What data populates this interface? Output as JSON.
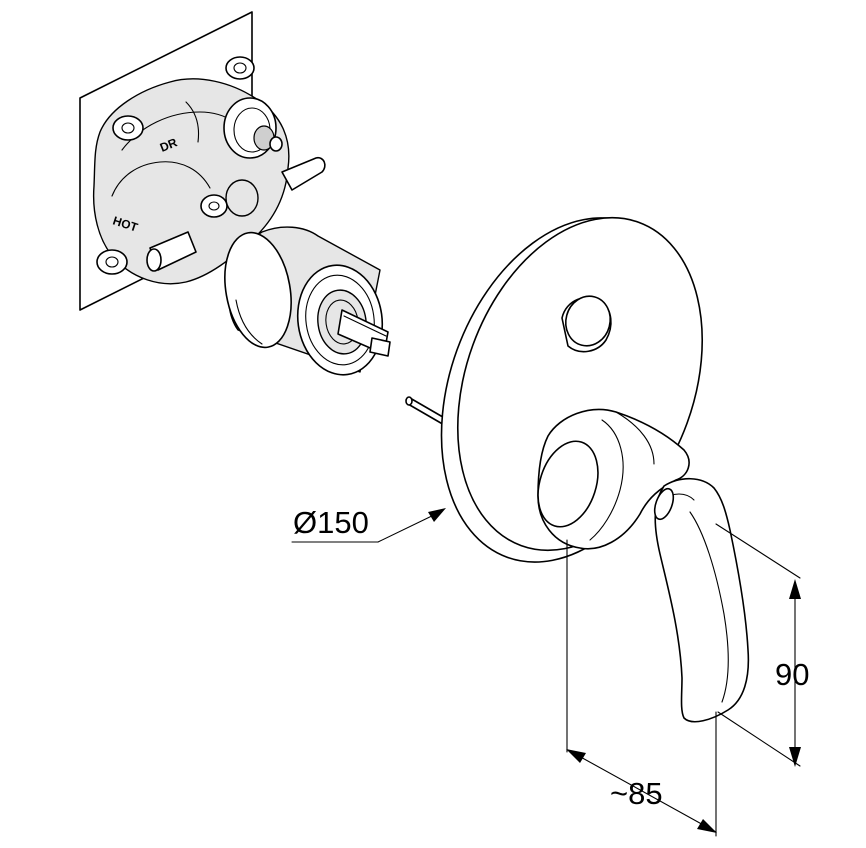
{
  "body_labels": {
    "dr": "DR",
    "hot": "HOT"
  },
  "dimensions": {
    "diameter": "Ø150",
    "height": "90",
    "depth": "~85"
  }
}
